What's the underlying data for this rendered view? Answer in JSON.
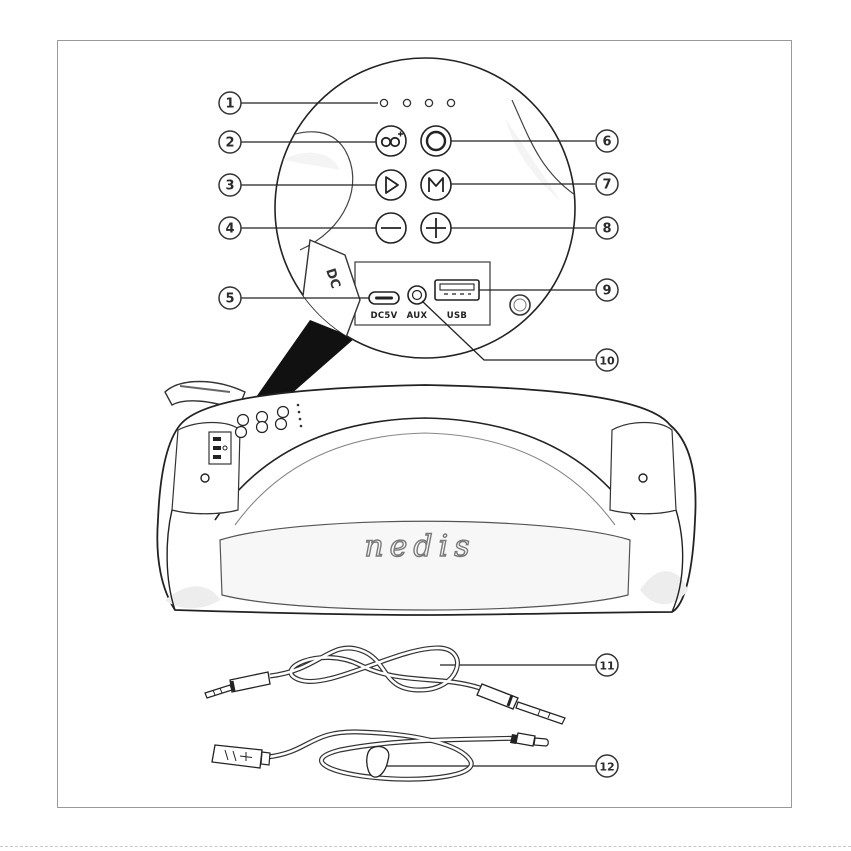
{
  "callouts": [
    "1",
    "2",
    "3",
    "4",
    "5",
    "6",
    "7",
    "8",
    "9",
    "10",
    "11",
    "12"
  ],
  "ports": {
    "dc": "DC5V",
    "aux": "AUX",
    "usb": "USB"
  },
  "flap_text": "DC",
  "brand": "nedis"
}
